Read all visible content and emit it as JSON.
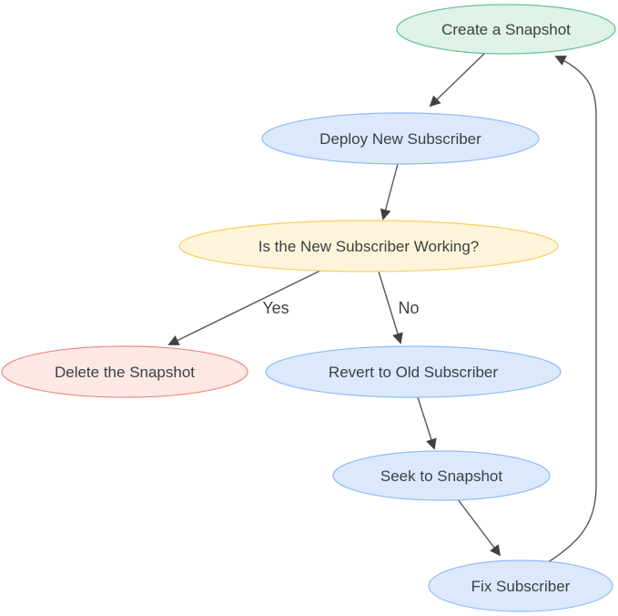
{
  "diagram": {
    "title": "Snapshot / Subscriber deployment flowchart",
    "text_color": "#3c4043",
    "edge_color": "#53575c",
    "arrow_color": "#3e4247",
    "background": "#ffffff",
    "nodes": [
      {
        "id": "create-snapshot",
        "label": "Create a Snapshot",
        "fill": "#def2e6",
        "stroke": "#66c095"
      },
      {
        "id": "deploy-new-subscriber",
        "label": "Deploy New Subscriber",
        "fill": "#dce9fc",
        "stroke": "#8fbaf8"
      },
      {
        "id": "is-working",
        "label": "Is the New Subscriber Working?",
        "fill": "#fdf4da",
        "stroke": "#f8ce5e"
      },
      {
        "id": "delete-snapshot",
        "label": "Delete the Snapshot",
        "fill": "#fde8e6",
        "stroke": "#f0897f"
      },
      {
        "id": "revert-old-subscriber",
        "label": "Revert to Old Subscriber",
        "fill": "#dce9fc",
        "stroke": "#8fbaf8"
      },
      {
        "id": "seek-to-snapshot",
        "label": "Seek to Snapshot",
        "fill": "#dce9fc",
        "stroke": "#8fbaf8"
      },
      {
        "id": "fix-subscriber",
        "label": "Fix Subscriber",
        "fill": "#dce9fc",
        "stroke": "#8fbaf8"
      }
    ],
    "edges": [
      {
        "from": "create-snapshot",
        "to": "deploy-new-subscriber",
        "label": ""
      },
      {
        "from": "deploy-new-subscriber",
        "to": "is-working",
        "label": ""
      },
      {
        "from": "is-working",
        "to": "delete-snapshot",
        "label": "Yes"
      },
      {
        "from": "is-working",
        "to": "revert-old-subscriber",
        "label": "No"
      },
      {
        "from": "revert-old-subscriber",
        "to": "seek-to-snapshot",
        "label": ""
      },
      {
        "from": "seek-to-snapshot",
        "to": "fix-subscriber",
        "label": ""
      },
      {
        "from": "fix-subscriber",
        "to": "create-snapshot",
        "label": ""
      }
    ]
  }
}
